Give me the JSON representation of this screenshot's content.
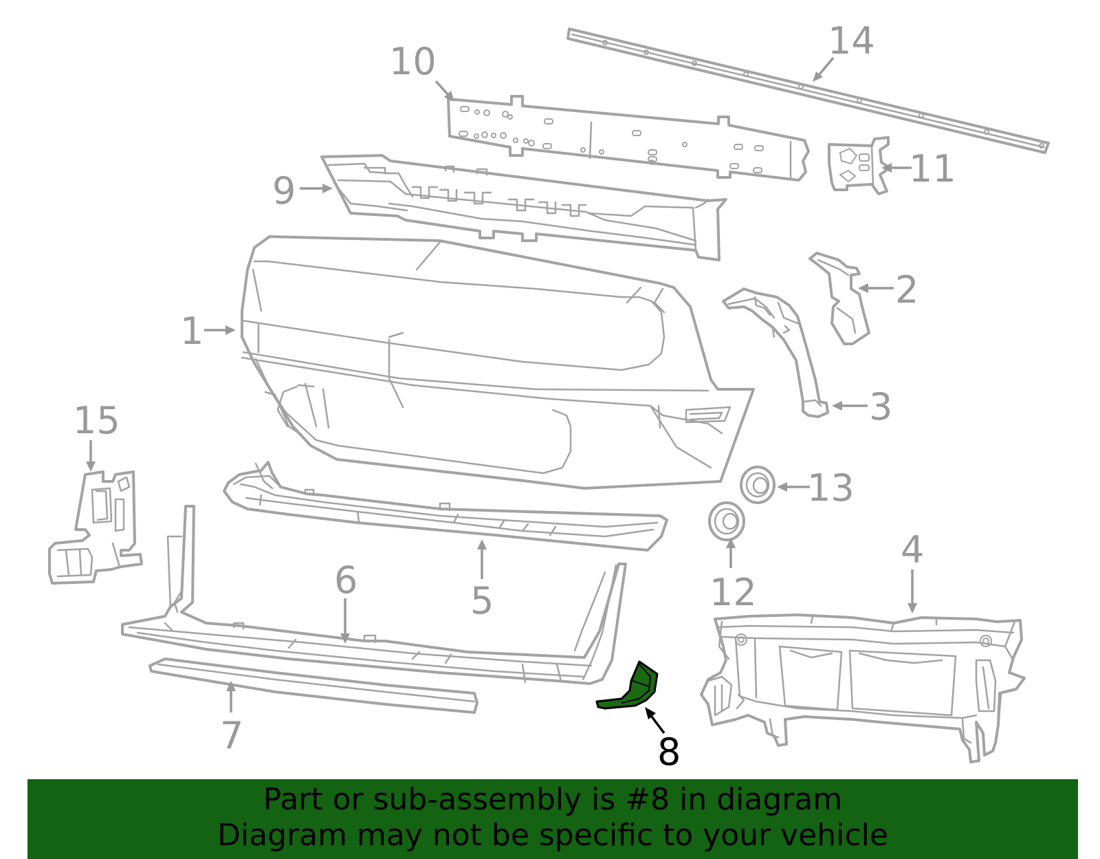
{
  "diagram": {
    "selected_part": "8",
    "callouts": {
      "c1": "1",
      "c2": "2",
      "c3": "3",
      "c4": "4",
      "c5": "5",
      "c6": "6",
      "c7": "7",
      "c8": "8",
      "c9": "9",
      "c10": "10",
      "c11": "11",
      "c12": "12",
      "c13": "13",
      "c14": "14",
      "c15": "15"
    },
    "colors": {
      "line_art": "#a3a3a3",
      "callout_text": "#999999",
      "highlight_fill": "#1a6a12",
      "banner_background": "#146312",
      "banner_text": "#000000"
    }
  },
  "banner": {
    "line1": "Part or sub-assembly is #8 in diagram",
    "line2": "Diagram may not be specific to your vehicle"
  }
}
